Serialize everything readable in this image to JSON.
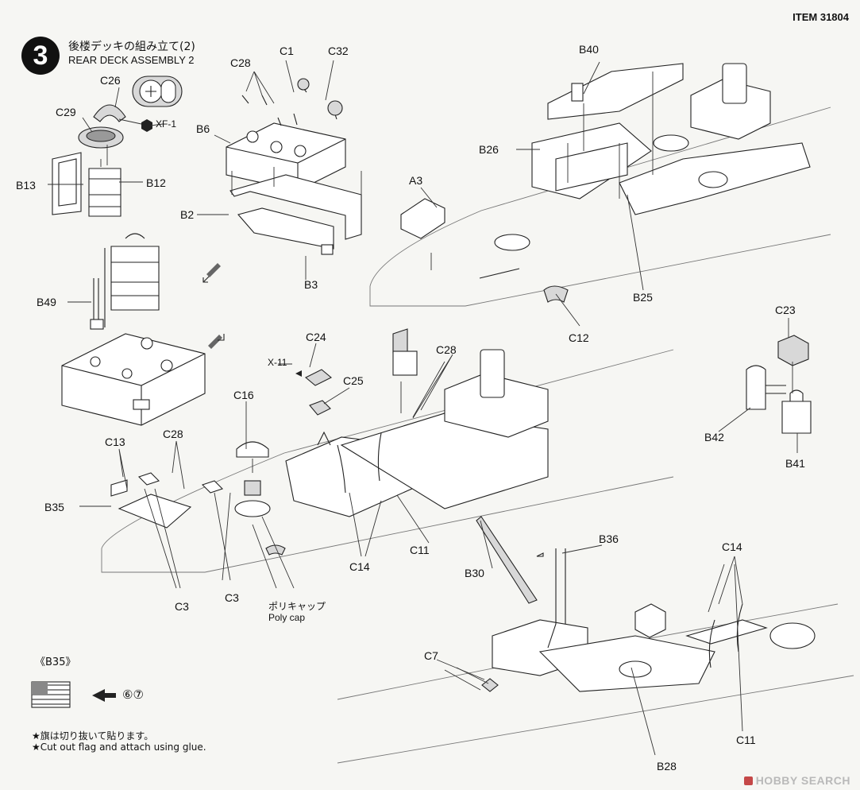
{
  "item_code": "ITEM 31804",
  "step": {
    "number": "3",
    "title_jp": "後楼デッキの組み立て(2)",
    "title_en": "REAR DECK ASSEMBLY 2"
  },
  "labels": {
    "c26": "C26",
    "c29": "C29",
    "xf1": "XF-1",
    "b13": "B13",
    "b12": "B12",
    "c28a": "C28",
    "c1": "C1",
    "c32": "C32",
    "b6": "B6",
    "b2": "B2",
    "b3": "B3",
    "b49": "B49",
    "b40": "B40",
    "b26": "B26",
    "a3": "A3",
    "b25": "B25",
    "c12": "C12",
    "c23": "C23",
    "b42": "B42",
    "b41": "B41",
    "c24": "C24",
    "x11": "X-11",
    "c25": "C25",
    "c28b": "C28",
    "c16": "C16",
    "c13": "C13",
    "c28c": "C28",
    "b35": "B35",
    "c3a": "C3",
    "c3b": "C3",
    "c14a": "C14",
    "c11a": "C11",
    "polycap_jp": "ポリキャップ",
    "polycap_en": "Poly cap",
    "b36": "B36",
    "b30": "B30",
    "c14b": "C14",
    "c7": "C7",
    "c11b": "C11",
    "b28": "B28"
  },
  "flag_note": {
    "part": "《B35》",
    "steps": "⑥⑦",
    "jp": "★旗は切り抜いて貼ります。",
    "en": "★Cut out flag and attach using glue."
  },
  "watermark": "HOBBY SEARCH",
  "colors": {
    "ink": "#111111",
    "paper": "#f6f6f3",
    "part_grey": "#d8d8d8",
    "watermark_red": "#c54848"
  }
}
